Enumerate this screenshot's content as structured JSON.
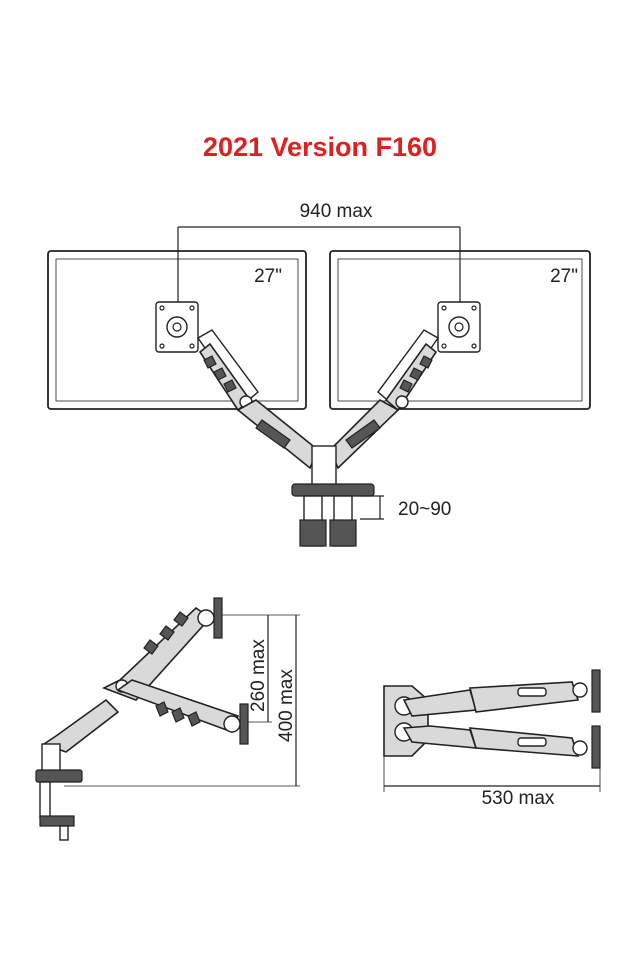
{
  "title": {
    "text": "2021 Version F160",
    "color": "#e02020"
  },
  "front_view": {
    "width_label": "940 max",
    "left_monitor_size": "27\"",
    "right_monitor_size": "27\"",
    "clamp_thickness_label": "20~90"
  },
  "side_view": {
    "tilt_range_label": "260 max",
    "height_label": "400 max"
  },
  "top_view": {
    "extension_label": "530 max"
  }
}
